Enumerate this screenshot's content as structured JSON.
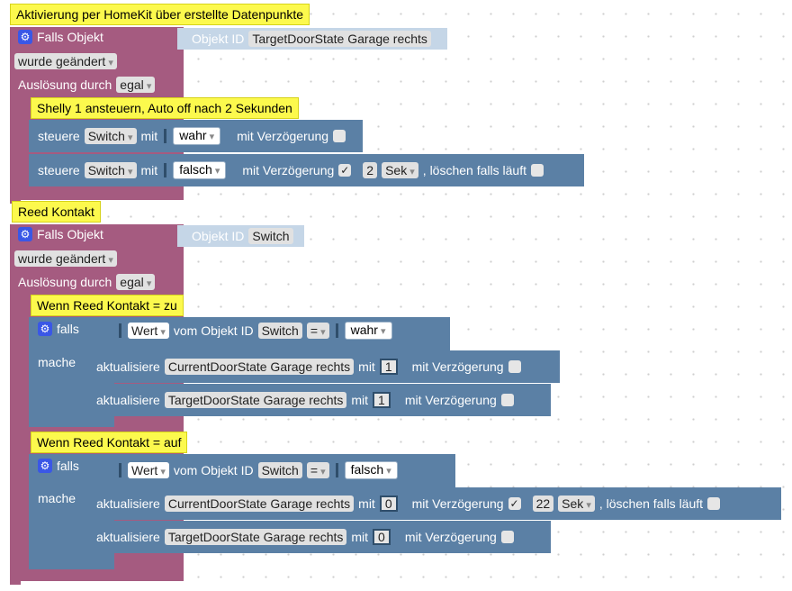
{
  "script1": {
    "comment": "Aktivierung per HomeKit über erstellte Datenpunkte",
    "trigger_label": "Falls Objekt",
    "object_id_label": "Objekt ID",
    "object_id_value": "TargetDoorState Garage rechts",
    "mode": "wurde geändert",
    "trigger_by_label": "Auslösung durch",
    "trigger_by_value": "egal",
    "inner_comment": "Shelly 1 ansteuern, Auto off nach 2 Sekunden",
    "control1": {
      "label": "steuere",
      "object": "Switch",
      "with": "mit",
      "value": "wahr",
      "delay_label": "mit Verzögerung"
    },
    "control2": {
      "label": "steuere",
      "object": "Switch",
      "with": "mit",
      "value": "falsch",
      "delay_label": "mit Verzögerung",
      "delay_check": "✓",
      "delay_value": "2",
      "unit": "Sek",
      "clear_label": ", löschen falls läuft"
    }
  },
  "script2": {
    "comment": "Reed Kontakt",
    "trigger_label": "Falls Objekt",
    "object_id_label": "Objekt ID",
    "object_id_value": "Switch",
    "mode": "wurde geändert",
    "trigger_by_label": "Auslösung durch",
    "trigger_by_value": "egal",
    "if1": {
      "comment": "Wenn Reed Kontakt = zu",
      "if_label": "falls",
      "do_label": "mache",
      "cond_value_label": "Wert",
      "cond_of_object": "vom Objekt ID",
      "cond_object": "Switch",
      "op": "=",
      "compare": "wahr",
      "update1": {
        "label": "aktualisiere",
        "object": "CurrentDoorState Garage rechts",
        "with": "mit",
        "value": "1",
        "delay_label": "mit Verzögerung"
      },
      "update2": {
        "label": "aktualisiere",
        "object": "TargetDoorState Garage rechts",
        "with": "mit",
        "value": "1",
        "delay_label": "mit Verzögerung"
      }
    },
    "if2": {
      "comment": "Wenn Reed Kontakt = auf",
      "if_label": "falls",
      "do_label": "mache",
      "cond_value_label": "Wert",
      "cond_of_object": "vom Objekt ID",
      "cond_object": "Switch",
      "op": "=",
      "compare": "falsch",
      "update1": {
        "label": "aktualisiere",
        "object": "CurrentDoorState Garage rechts",
        "with": "mit",
        "value": "0",
        "delay_label": "mit Verzögerung",
        "delay_check": "✓",
        "delay_value": "22",
        "unit": "Sek",
        "clear_label": ", löschen falls läuft"
      },
      "update2": {
        "label": "aktualisiere",
        "object": "TargetDoorState Garage rechts",
        "with": "mit",
        "value": "0",
        "delay_label": "mit Verzögerung"
      }
    }
  },
  "colors": {
    "trigger": "#a55b80",
    "control": "#5b80a5",
    "comment": "#fcf94d",
    "gear": "#3a57e6"
  },
  "icons": {
    "settings": "gear-icon"
  }
}
